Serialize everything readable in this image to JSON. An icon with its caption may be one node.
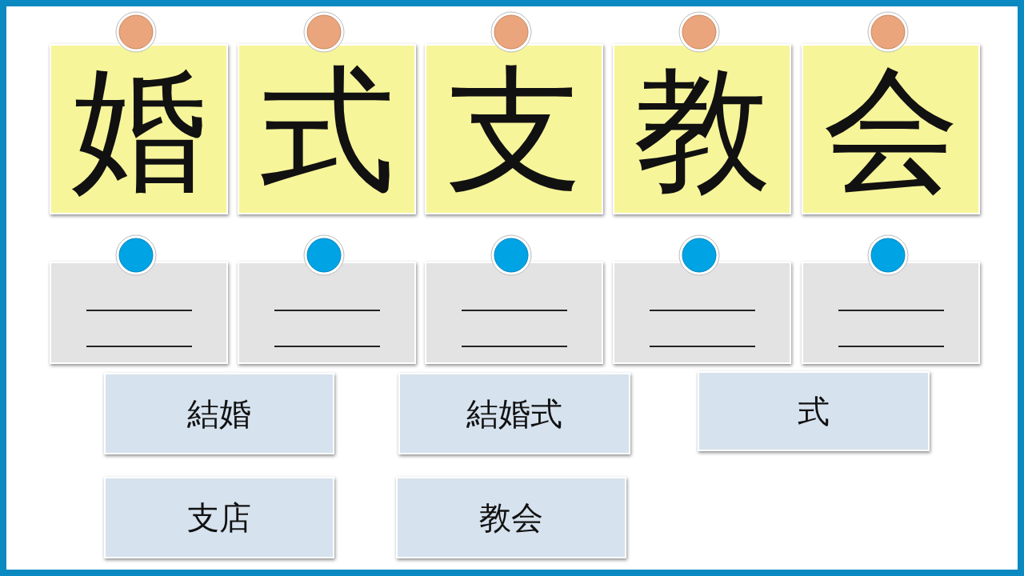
{
  "diagram": {
    "nodes": [
      {
        "text": [
          "婚"
        ]
      },
      {
        "text": [
          "式"
        ]
      },
      {
        "text": [
          "支"
        ]
      },
      {
        "text": [
          "教"
        ]
      },
      {
        "text": [
          "会"
        ]
      },
      {
        "text": [],
        "shape": "box"
      },
      {
        "text": [],
        "shape": "box"
      },
      {
        "text": [],
        "shape": "box"
      },
      {
        "text": [],
        "shape": "box"
      },
      {
        "text": [],
        "shape": "box"
      },
      {
        "text": [
          "結婚"
        ]
      },
      {
        "text": [
          "結婚式"
        ]
      },
      {
        "text": [
          "式"
        ]
      },
      {
        "text": [
          "支店"
        ]
      },
      {
        "text": [
          "教会"
        ]
      }
    ]
  }
}
